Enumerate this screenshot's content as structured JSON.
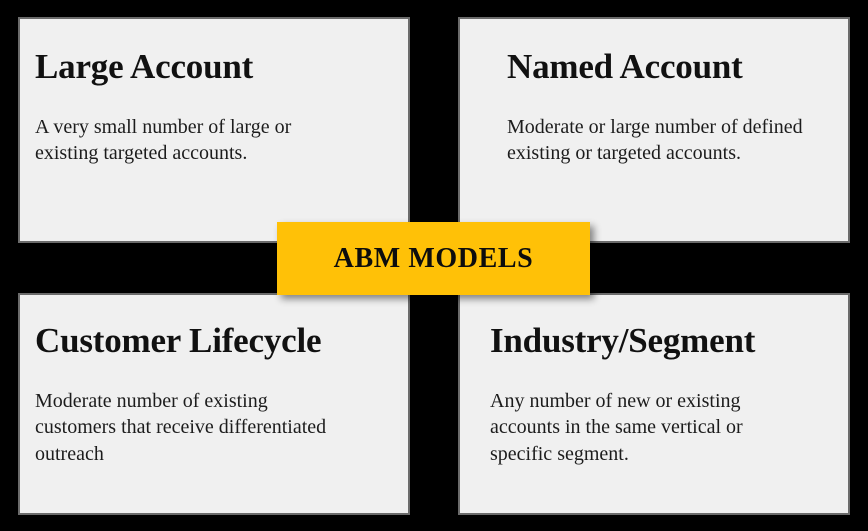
{
  "colors": {
    "background": "#000000",
    "card_background": "#f0f0f0",
    "card_border": "#6b6b6b",
    "badge_background": "#ffc107",
    "title_text": "#111111",
    "body_text": "#1c1c1c",
    "badge_text": "#0d0d0d"
  },
  "center_badge": {
    "label": "ABM MODELS"
  },
  "quadrants": [
    {
      "position": "top-left",
      "title": "Large Account",
      "description": "A very small number of large or existing targeted accounts."
    },
    {
      "position": "top-right",
      "title": "Named Account",
      "description": "Moderate or large number of defined existing or targeted accounts."
    },
    {
      "position": "bottom-left",
      "title": "Customer Lifecycle",
      "description": "Moderate number of existing customers that receive differentiated outreach"
    },
    {
      "position": "bottom-right",
      "title": "Industry/Segment",
      "description": "Any number of new or existing accounts in the same vertical or specific segment."
    }
  ]
}
